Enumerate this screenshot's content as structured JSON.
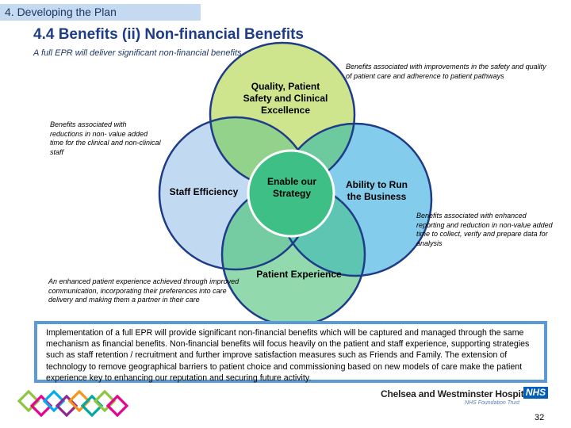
{
  "header": {
    "section": "4. Developing the Plan",
    "title": "4.4 Benefits (ii) Non-financial Benefits",
    "subtitle": "A full EPR will deliver significant non-financial benefits"
  },
  "venn": {
    "top_label": "Quality, Patient Safety and Clinical Excellence",
    "left_label": "Staff Efficiency",
    "right_label": "Ability to Run the Business",
    "bottom_label": "Patient Experience",
    "center_label": "Enable our Strategy",
    "colors": {
      "top": "#c5e17a",
      "left": "#b6d4f0",
      "right": "#6fc3e8",
      "bottom": "#7fd4a0",
      "center": "#3dbf86",
      "outline": "#1f3c88"
    }
  },
  "notes": {
    "top_right": "Benefits associated with improvements in the safety and quality of patient care and adherence to patient pathways",
    "left": "Benefits associated with reductions in non- value added time for the clinical and non-clinical staff",
    "right": "Benefits associated with enhanced reporting and reduction in non-value added time to collect, verify and prepare data for analysis",
    "bottom_left": "An enhanced patient experience achieved through improved communication, incorporating their preferences into care delivery and making them a partner in their care"
  },
  "summary": "Implementation of a full EPR will provide significant non-financial benefits which will be captured and managed through the same mechanism as financial benefits. Non-financial benefits will focus heavily on the patient and staff experience, supporting strategies such as staff retention / recruitment and further improve satisfaction measures such as Friends and Family. The extension of technology to remove geographical barriers to patient choice and commissioning based on new models of care make the patient experience key to enhancing our reputation and securing future activity.",
  "footer": {
    "hospital": "Chelsea and Westminster Hospital",
    "trust": "NHS Foundation Trust",
    "nhs": "NHS",
    "page": "32"
  }
}
